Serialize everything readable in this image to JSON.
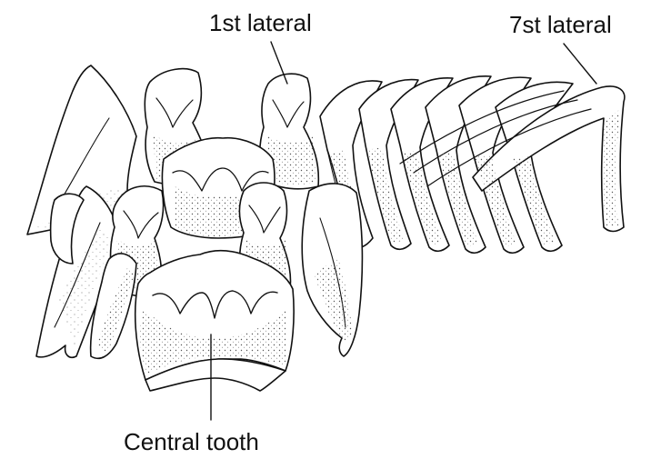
{
  "labels": {
    "first_lateral": "1st lateral",
    "seventh_lateral": "7st lateral",
    "central_tooth": "Central tooth"
  },
  "colors": {
    "ink": "#111111",
    "stipple": "#555555",
    "background": "#ffffff"
  }
}
